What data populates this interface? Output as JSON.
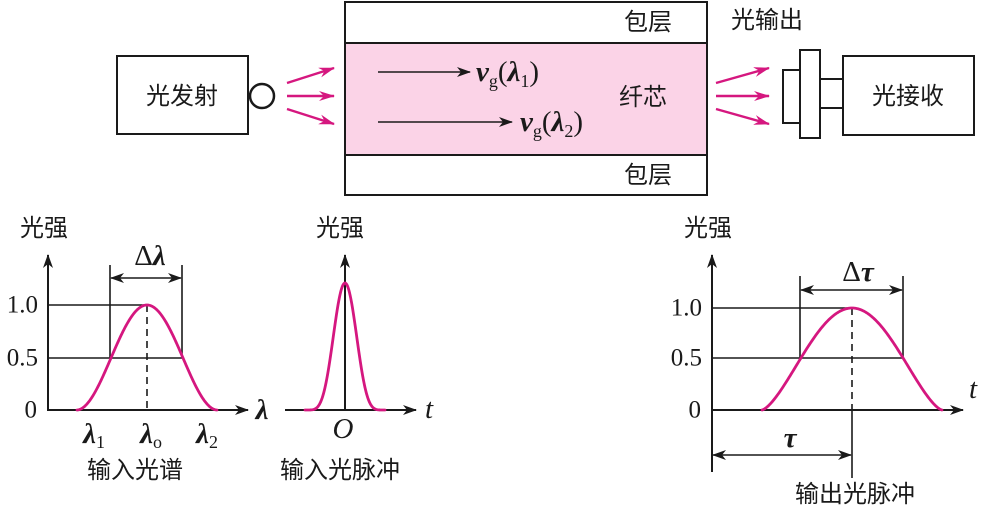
{
  "colors": {
    "accent": "#d5177f",
    "core_fill": "#fbd3e7"
  },
  "source": {
    "label": "光发射"
  },
  "fiber": {
    "cladding_top": "包层",
    "core": "纤芯",
    "cladding_bottom": "包层",
    "output_label": "光输出",
    "velocity_1": {
      "symbol": "v",
      "sub": "g",
      "open": "(",
      "arg": "λ",
      "arg_sub": "1",
      "close": ")"
    },
    "velocity_2": {
      "symbol": "v",
      "sub": "g",
      "open": "(",
      "arg": "λ",
      "arg_sub": "2",
      "close": ")"
    }
  },
  "receiver": {
    "label": "光接收"
  },
  "spectrum_graph": {
    "ylabel": "光强",
    "xlabel": "λ",
    "yticks": [
      "1.0",
      "0.5",
      "0"
    ],
    "width_label": {
      "delta": "Δ",
      "symbol": "λ"
    },
    "xticks": [
      {
        "symbol": "λ",
        "sub": "1"
      },
      {
        "symbol": "λ",
        "sub": "o"
      },
      {
        "symbol": "λ",
        "sub": "2"
      }
    ],
    "caption": "输入光谱"
  },
  "input_pulse_graph": {
    "ylabel": "光强",
    "xlabel": "t",
    "origin": "O",
    "caption": "输入光脉冲"
  },
  "output_pulse_graph": {
    "ylabel": "光强",
    "xlabel": "t",
    "yticks": [
      "1.0",
      "0.5",
      "0"
    ],
    "width_label": {
      "delta": "Δ",
      "symbol": "τ"
    },
    "delay_label": "τ",
    "caption": "输出光脉冲"
  }
}
